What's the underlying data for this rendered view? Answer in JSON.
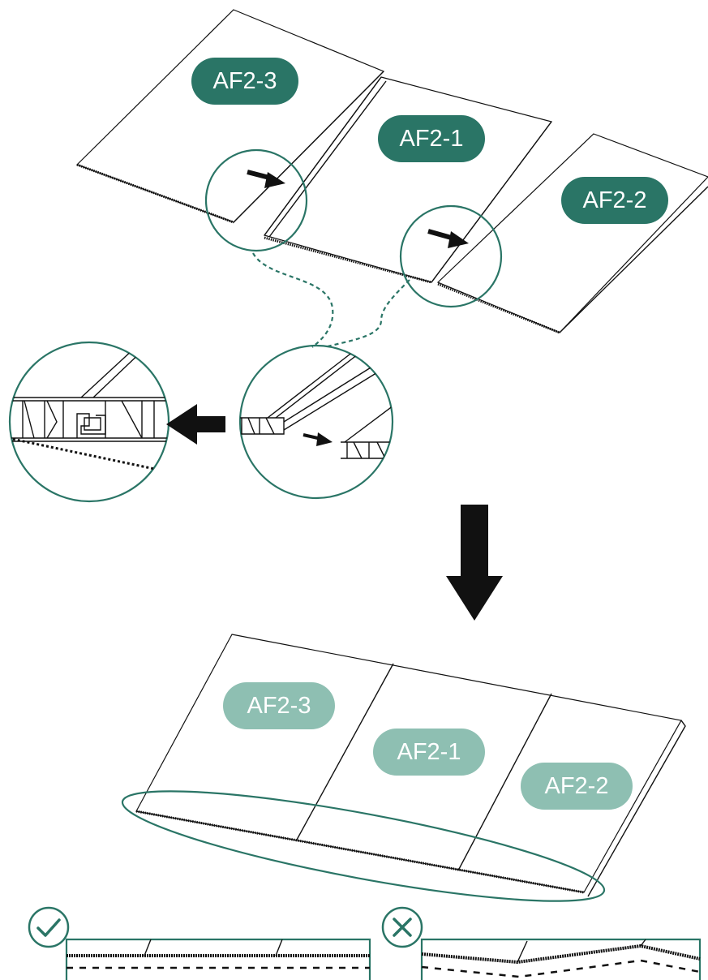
{
  "labels": {
    "top_left": "AF2-3",
    "top_middle": "AF2-1",
    "top_right": "AF2-2",
    "bottom_left": "AF2-3",
    "bottom_middle": "AF2-1",
    "bottom_right": "AF2-2"
  },
  "colors": {
    "teal": "#2a7566",
    "teal_light": "#8ebfb2",
    "ink": "#111111"
  },
  "icons": {
    "correct": "check-circle-icon",
    "incorrect": "x-circle-icon"
  }
}
